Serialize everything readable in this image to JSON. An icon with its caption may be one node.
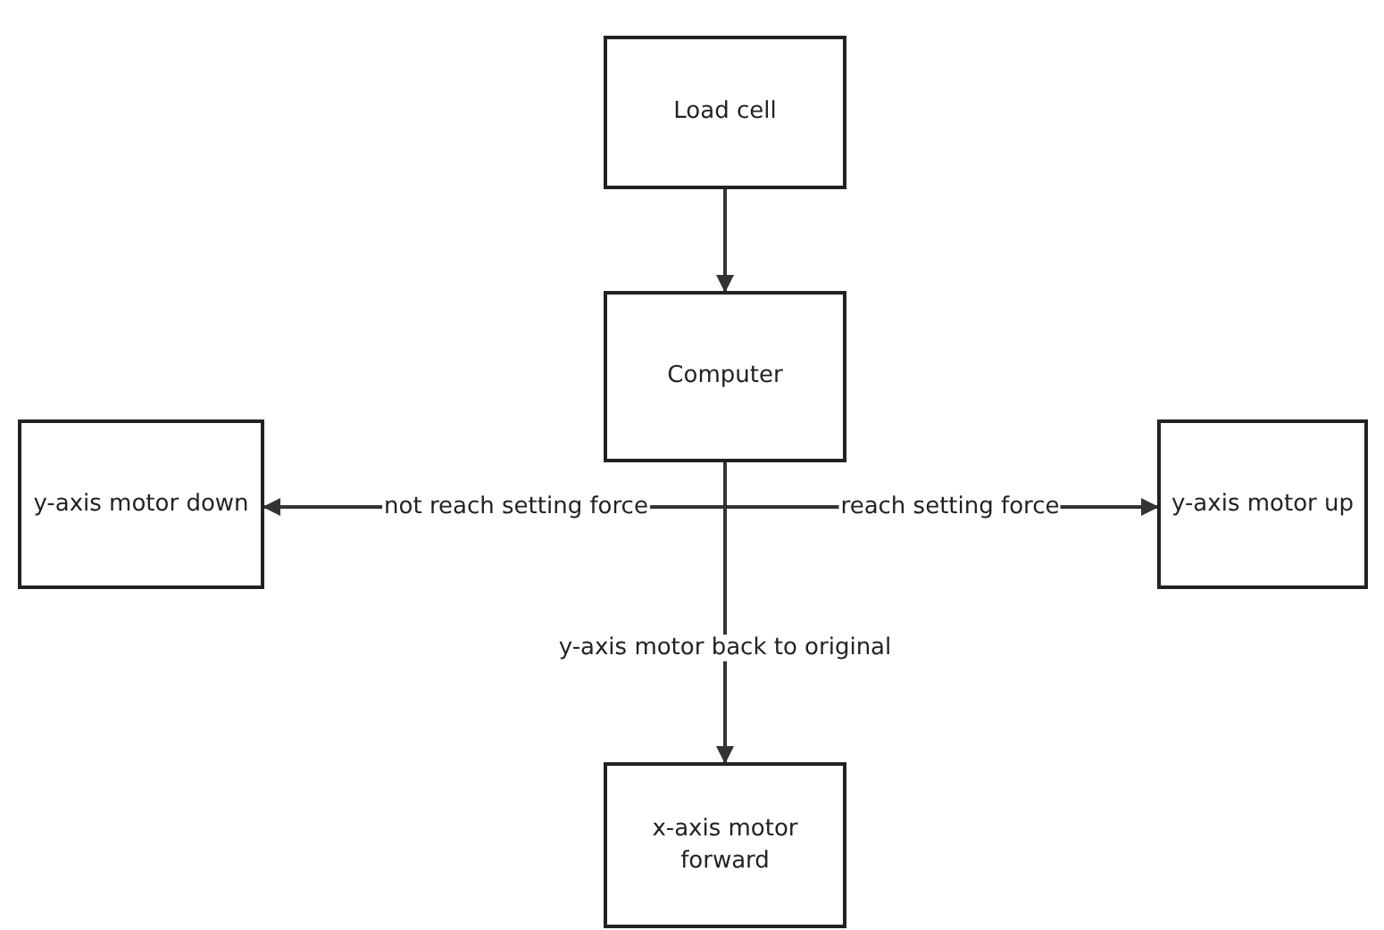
{
  "diagram": {
    "nodes": [
      {
        "text": [
          "Load cell"
        ]
      },
      {
        "text": [
          "Computer"
        ]
      },
      {
        "text": [
          "y-axis motor down"
        ]
      },
      {
        "text": [
          "y-axis motor up"
        ]
      },
      {
        "text": [
          "x-axis motor forward"
        ]
      }
    ],
    "edges": [
      {
        "from": 0,
        "to": 1,
        "arrow": "to"
      },
      {
        "from": 1,
        "to": 2,
        "arrow": "to",
        "label": "not reach setting force"
      },
      {
        "from": 1,
        "to": 3,
        "arrow": "to",
        "label": "reach setting force"
      },
      {
        "from": 1,
        "to": 4,
        "arrow": "to",
        "label": "y-axis motor back to original"
      }
    ]
  }
}
